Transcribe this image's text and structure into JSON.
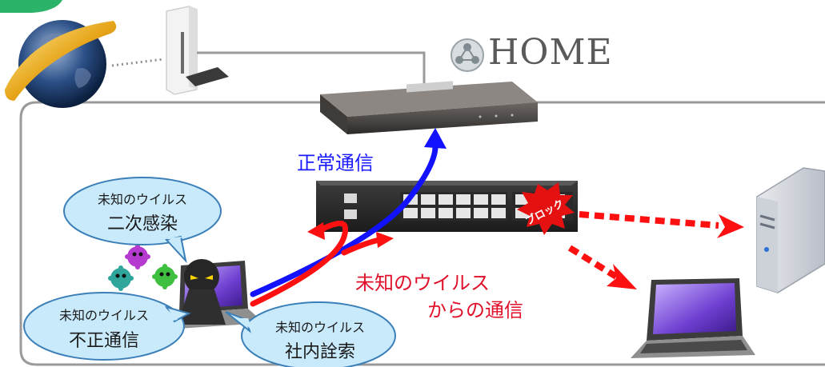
{
  "home_logo": {
    "text": "HOME"
  },
  "labels": {
    "normal_traffic": "正常通信",
    "virus_traffic_line1": "未知のウイルス",
    "virus_traffic_line2": "からの通信",
    "block": "ブロック"
  },
  "bubbles": [
    {
      "small": "未知のウイルス",
      "big": "二次感染"
    },
    {
      "small": "未知のウイルス",
      "big": "不正通信"
    },
    {
      "small": "未知のウイルス",
      "big": "社内詮索"
    }
  ],
  "colors": {
    "normal_arrow": "#1212ff",
    "virus_arrow": "#ff1010",
    "bubble_fill": "#c9eafb",
    "bubble_stroke": "#3a7fb8",
    "frame": "#9a9a9a"
  }
}
